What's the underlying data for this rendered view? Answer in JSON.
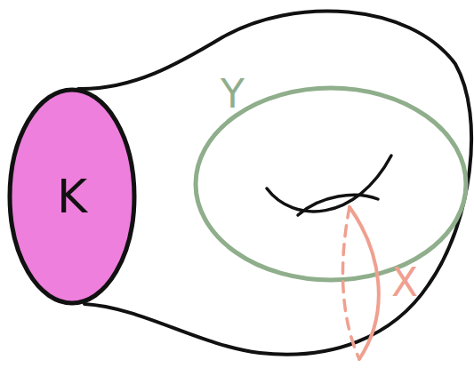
{
  "diagram": {
    "nodes": [
      {
        "text": [
          "K"
        ]
      }
    ],
    "labels": [
      "Y",
      "X"
    ]
  }
}
